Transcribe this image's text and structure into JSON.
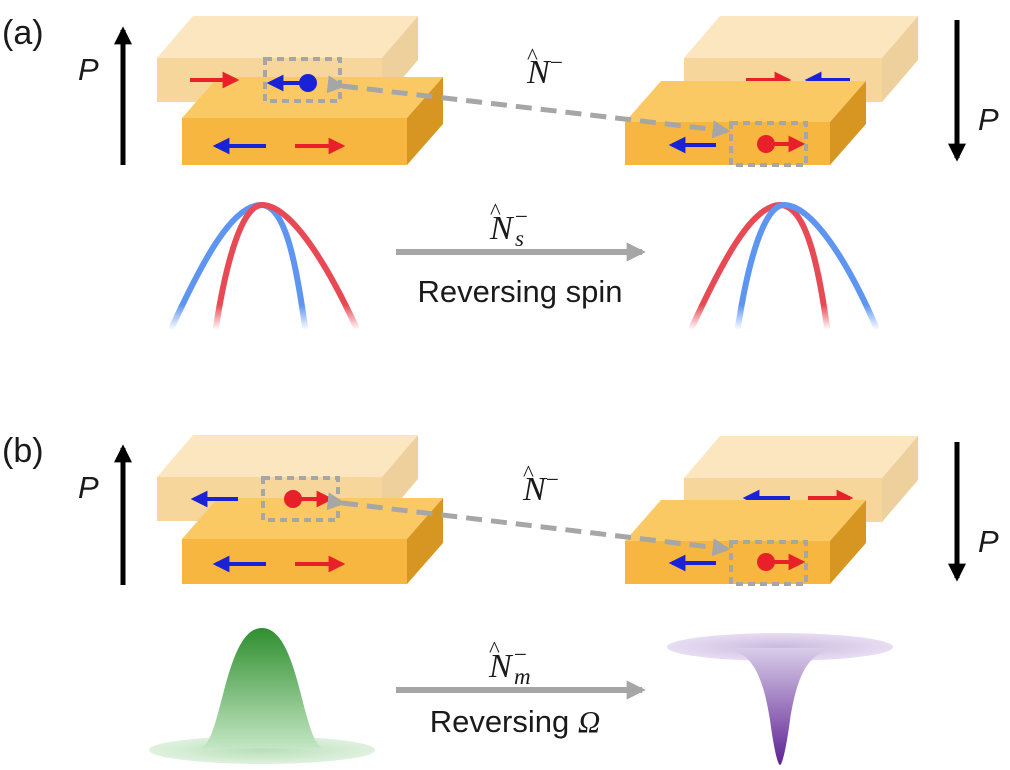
{
  "panels": [
    {
      "label": "(a)",
      "polarization_left": "P",
      "polarization_right": "P",
      "operator_top": {
        "symbol": "N",
        "hat": "^",
        "superscript": "−"
      },
      "operator_bottom": {
        "symbol": "N",
        "hat": "^",
        "subscript": "s",
        "superscript": "−"
      },
      "caption_words": "Reversing spin"
    },
    {
      "label": "(b)",
      "polarization_left": "P",
      "polarization_right": "P",
      "operator_top": {
        "symbol": "N",
        "hat": "^",
        "superscript": "−"
      },
      "operator_bottom": {
        "symbol": "N",
        "hat": "^",
        "subscript": "m",
        "superscript": "−"
      },
      "caption_words": "Reversing",
      "caption_symbol": "Ω"
    }
  ],
  "colors": {
    "spin_up": "#e8202a",
    "spin_down": "#1a22d8",
    "slab_top": "#f7d69b",
    "slab_bottom": "#f7b640",
    "band_red": "#e84a55",
    "band_blue": "#5e95f0",
    "peak_green": "#3a9a3a",
    "valley_purple": "#6a2fa0",
    "guide_gray": "#a6a6a6"
  }
}
